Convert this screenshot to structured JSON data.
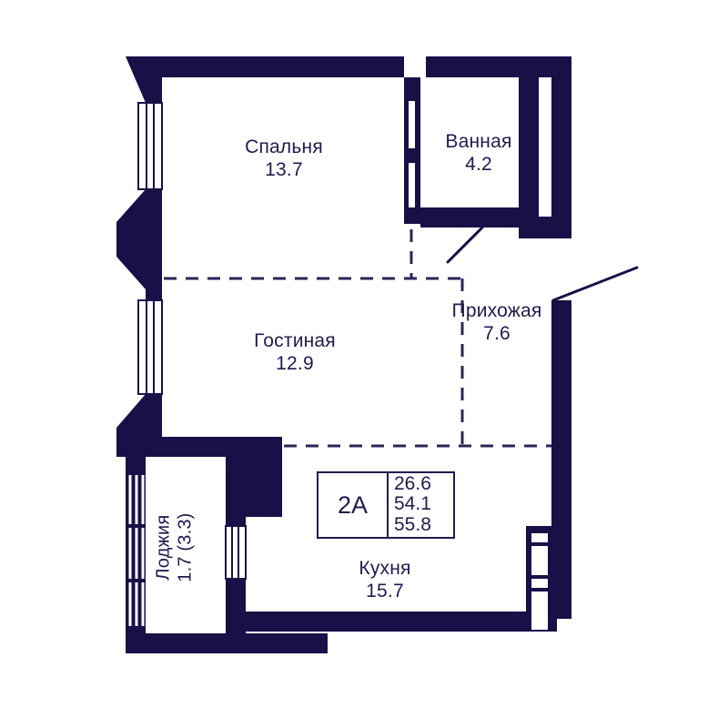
{
  "plan": {
    "title": "Apartment floor plan 2A",
    "wall_color": "#1a0f47",
    "text_color": "#211b4e",
    "background_color": "#ffffff",
    "line_color": "#2b2457"
  },
  "rooms": [
    {
      "id": "bedroom",
      "name": "Спальня",
      "area": "13.7"
    },
    {
      "id": "bathroom",
      "name": "Ванная",
      "area": "4.2"
    },
    {
      "id": "hallway",
      "name": "Прихожая",
      "area": "7.6"
    },
    {
      "id": "living_room",
      "name": "Гостиная",
      "area": "12.9"
    },
    {
      "id": "kitchen",
      "name": "Кухня",
      "area": "15.7"
    },
    {
      "id": "loggia",
      "name": "Лоджия",
      "area": "1.7 (3.3)"
    }
  ],
  "info_box": {
    "code": "2A",
    "areas": [
      "26.6",
      "54.1",
      "55.8"
    ]
  },
  "icons": {
    "door_swing": "door-swing-line",
    "window": "window-opening",
    "zone_divider": "dashed-zone-divider"
  }
}
